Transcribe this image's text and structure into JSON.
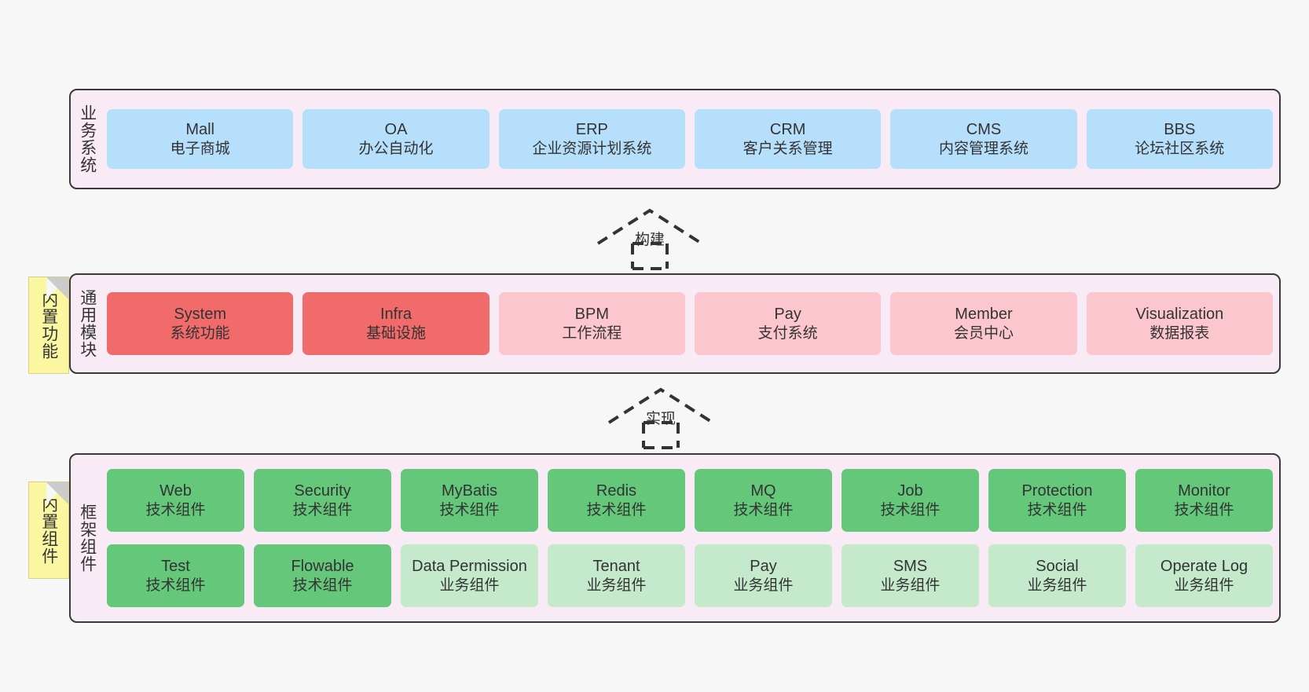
{
  "diagram": {
    "title_business": "业务系统",
    "title_common": "通用模块",
    "title_framework": "框架组件"
  },
  "notes": [
    {
      "name": "builtin-function-note",
      "label": "内置功能"
    },
    {
      "name": "builtin-component-note",
      "label": "内置组件"
    }
  ],
  "connectors": [
    {
      "name": "build-connector",
      "label": "构建"
    },
    {
      "name": "implement-connector",
      "label": "实现"
    }
  ],
  "business_layer": {
    "title": "业务系统",
    "cards": [
      {
        "en": "Mall",
        "cn": "电子商城",
        "color": "#b6dffb"
      },
      {
        "en": "OA",
        "cn": "办公自动化",
        "color": "#b6dffb"
      },
      {
        "en": "ERP",
        "cn": "企业资源计划系统",
        "color": "#b6dffb"
      },
      {
        "en": "CRM",
        "cn": "客户关系管理",
        "color": "#b6dffb"
      },
      {
        "en": "CMS",
        "cn": "内容管理系统",
        "color": "#b6dffb"
      },
      {
        "en": "BBS",
        "cn": "论坛社区系统",
        "color": "#b6dffb"
      }
    ]
  },
  "common_layer": {
    "title": "通用模块",
    "cards": [
      {
        "en": "System",
        "cn": "系统功能",
        "color": "#f26b6b"
      },
      {
        "en": "Infra",
        "cn": "基础设施",
        "color": "#f26b6b"
      },
      {
        "en": "BPM",
        "cn": "工作流程",
        "color": "#fcc6ce"
      },
      {
        "en": "Pay",
        "cn": "支付系统",
        "color": "#fcc6ce"
      },
      {
        "en": "Member",
        "cn": "会员中心",
        "color": "#fcc6ce"
      },
      {
        "en": "Visualization",
        "cn": "数据报表",
        "color": "#fcc6ce"
      }
    ]
  },
  "framework_layer": {
    "title": "框架组件",
    "row1": [
      {
        "en": "Web",
        "cn": "技术组件",
        "color": "#64c77a"
      },
      {
        "en": "Security",
        "cn": "技术组件",
        "color": "#64c77a"
      },
      {
        "en": "MyBatis",
        "cn": "技术组件",
        "color": "#64c77a"
      },
      {
        "en": "Redis",
        "cn": "技术组件",
        "color": "#64c77a"
      },
      {
        "en": "MQ",
        "cn": "技术组件",
        "color": "#64c77a"
      },
      {
        "en": "Job",
        "cn": "技术组件",
        "color": "#64c77a"
      },
      {
        "en": "Protection",
        "cn": "技术组件",
        "color": "#64c77a"
      },
      {
        "en": "Monitor",
        "cn": "技术组件",
        "color": "#64c77a"
      }
    ],
    "row2": [
      {
        "en": "Test",
        "cn": "技术组件",
        "color": "#64c77a"
      },
      {
        "en": "Flowable",
        "cn": "技术组件",
        "color": "#64c77a"
      },
      {
        "en": "Data Permission",
        "cn": "业务组件",
        "color": "#c4e9cb"
      },
      {
        "en": "Tenant",
        "cn": "业务组件",
        "color": "#c4e9cb"
      },
      {
        "en": "Pay",
        "cn": "业务组件",
        "color": "#c4e9cb"
      },
      {
        "en": "SMS",
        "cn": "业务组件",
        "color": "#c4e9cb"
      },
      {
        "en": "Social",
        "cn": "业务组件",
        "color": "#c4e9cb"
      },
      {
        "en": "Operate Log",
        "cn": "业务组件",
        "color": "#c4e9cb"
      }
    ]
  }
}
